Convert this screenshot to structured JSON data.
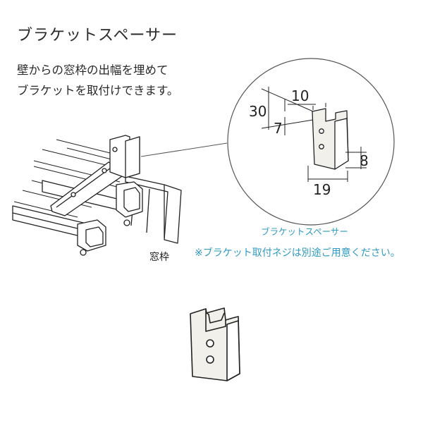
{
  "header": {
    "title": "ブラケットスペーサー",
    "desc_line1": "壁からの窓枠の出幅を埋めて",
    "desc_line2": "ブラケットを取付けできます。"
  },
  "detail": {
    "caption": "ブラケットスペーサー",
    "dimensions": {
      "d30": "30",
      "d10": "10",
      "d7": "7",
      "d8": "8",
      "d19": "19"
    }
  },
  "labels": {
    "window_frame": "窓枠",
    "note": "※ブラケット取付ネジは別途ご用意ください。"
  },
  "colors": {
    "accent_text": "#2f9ac2",
    "line": "#222222",
    "part_fill": "#f2f0ea"
  }
}
